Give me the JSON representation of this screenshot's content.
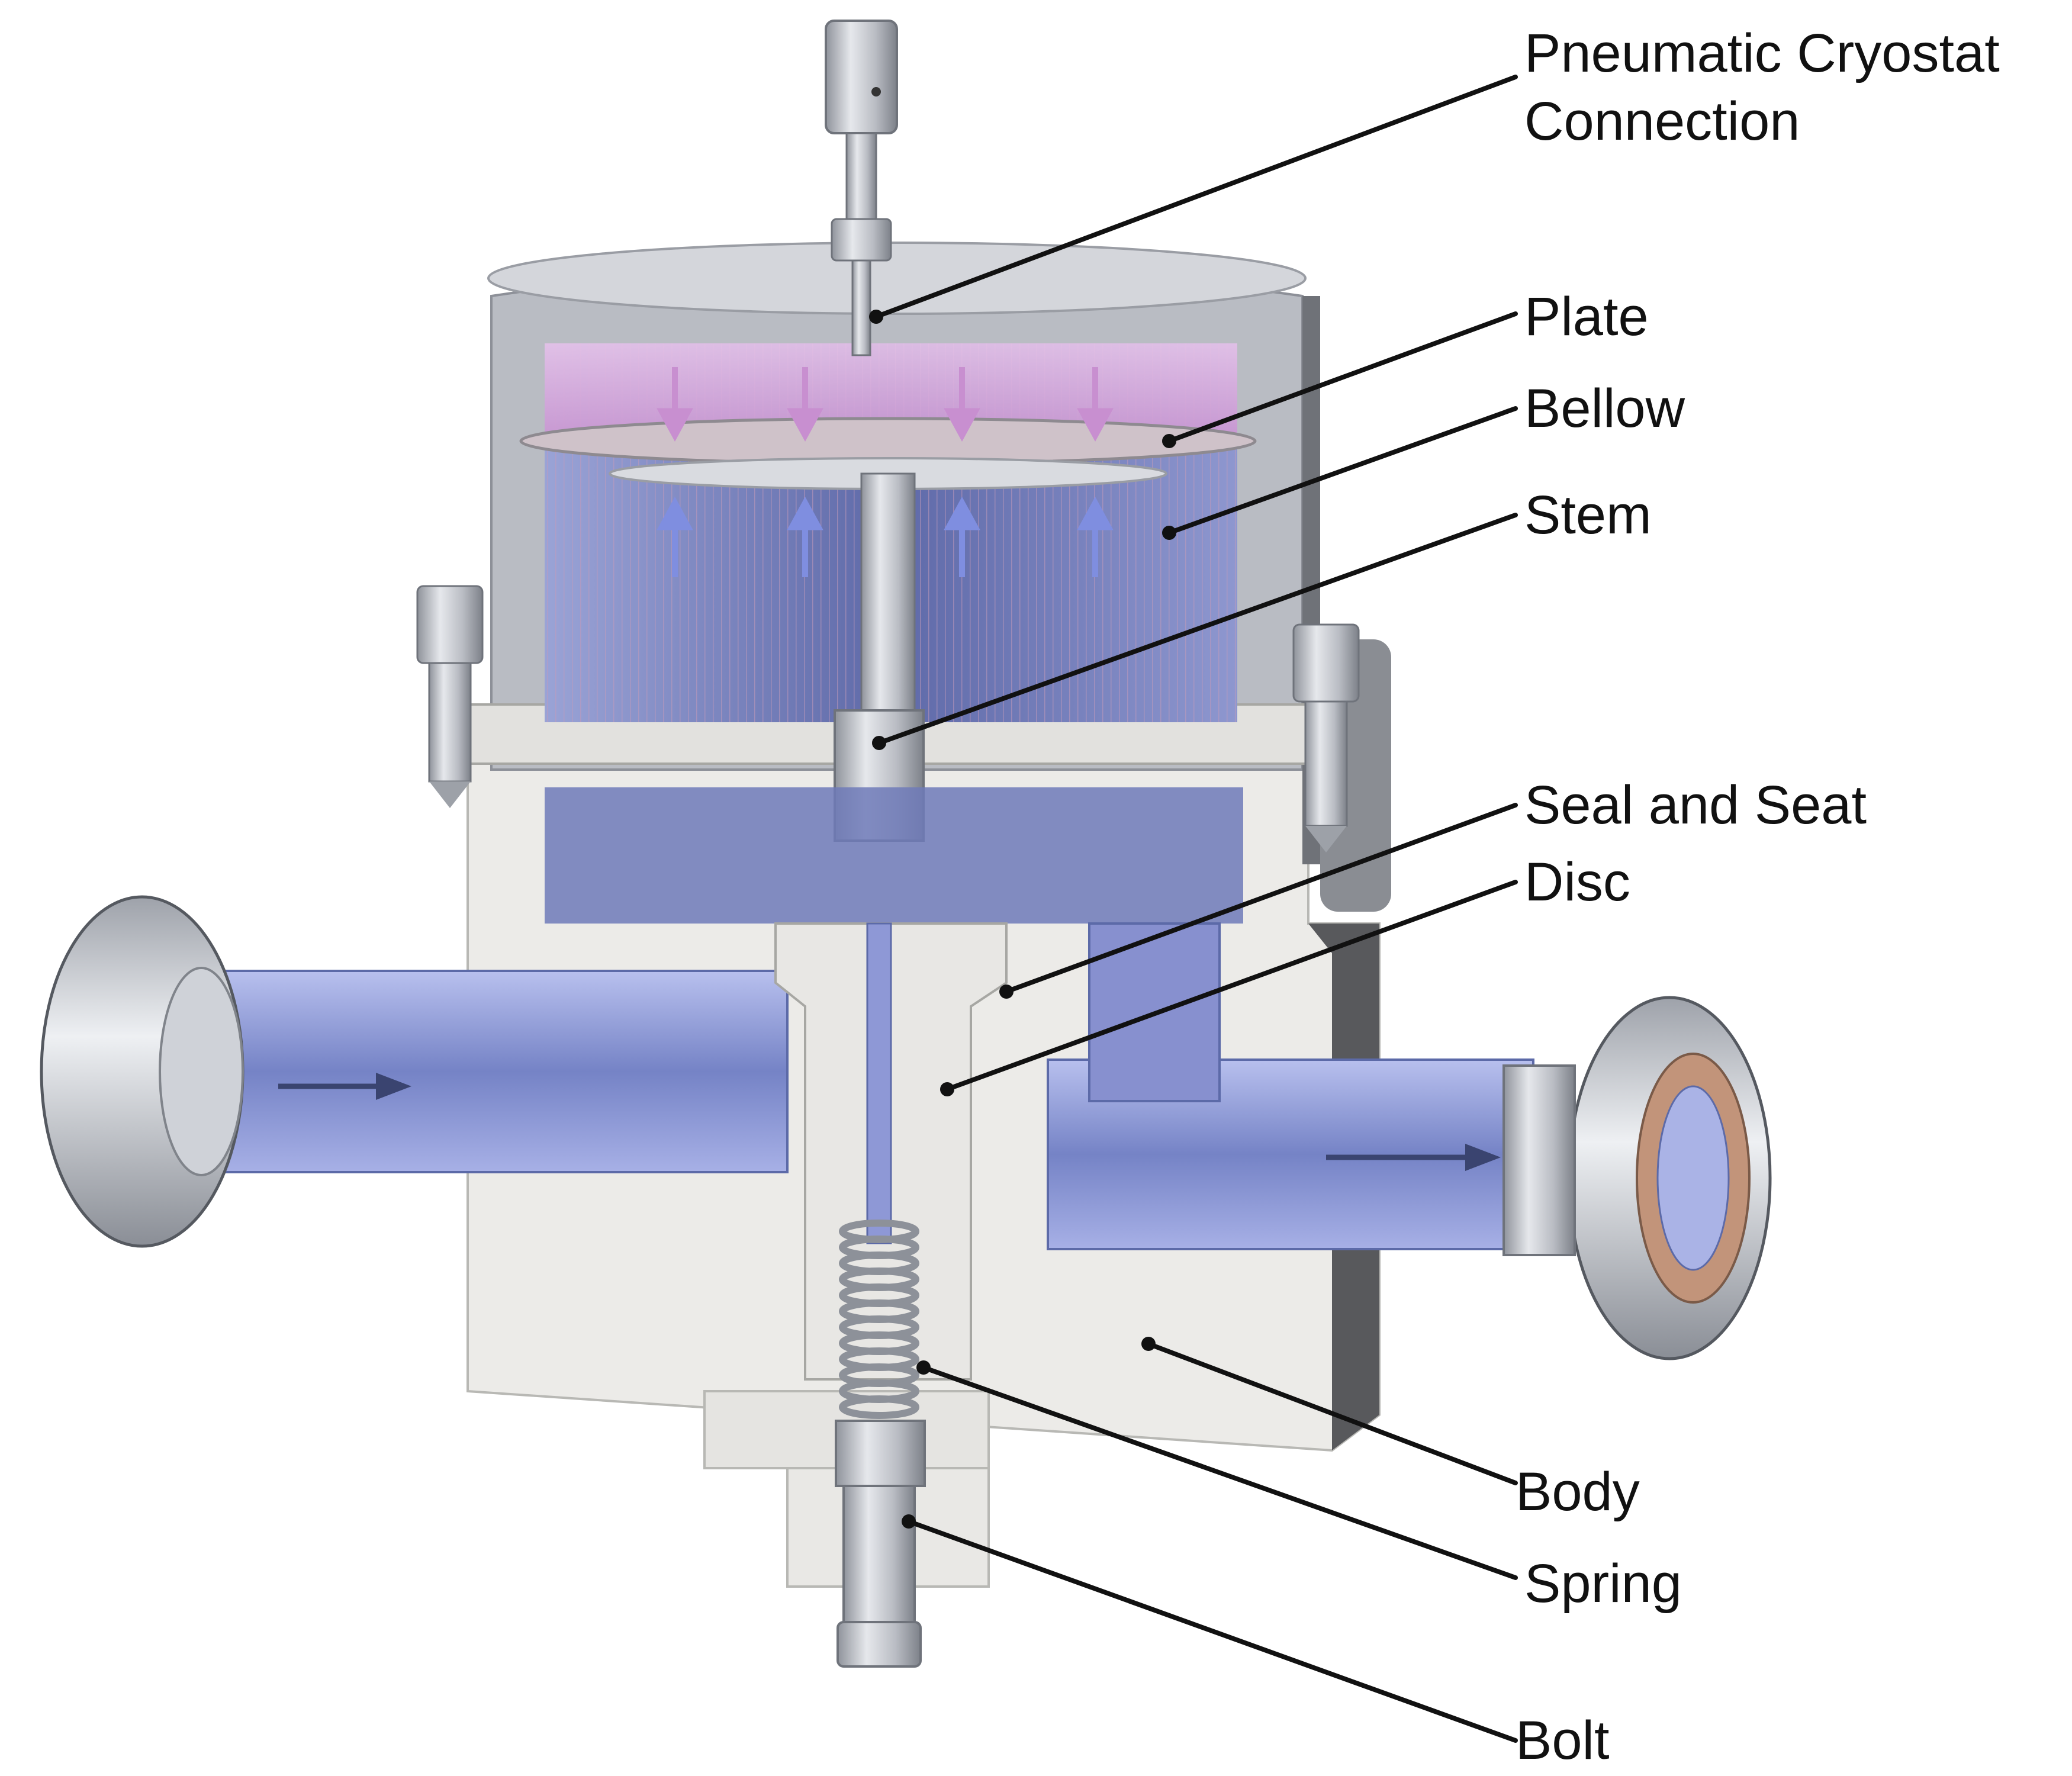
{
  "diagram": {
    "labels": {
      "pneumatic_line1": "Pneumatic Cryostat",
      "pneumatic_line2": "Connection",
      "plate": "Plate",
      "bellow": "Bellow",
      "stem": "Stem",
      "seal_and_seat": "Seal and Seat",
      "disc": "Disc",
      "body": "Body",
      "spring": "Spring",
      "bolt": "Bolt"
    },
    "colors": {
      "steel": "#c9ccd2",
      "steel_dark": "#8f939b",
      "body_face": "#ecebe8",
      "fluid": "#7f89c8",
      "pressure_pink": "#d7a6d8",
      "arrow_down": "#c88fd0",
      "arrow_up": "#7f8ee0",
      "flow_arrow": "#3a4470",
      "leader": "#111111"
    },
    "icons": [
      "arrow-down-icon",
      "arrow-up-icon",
      "flow-arrow-icon"
    ]
  }
}
